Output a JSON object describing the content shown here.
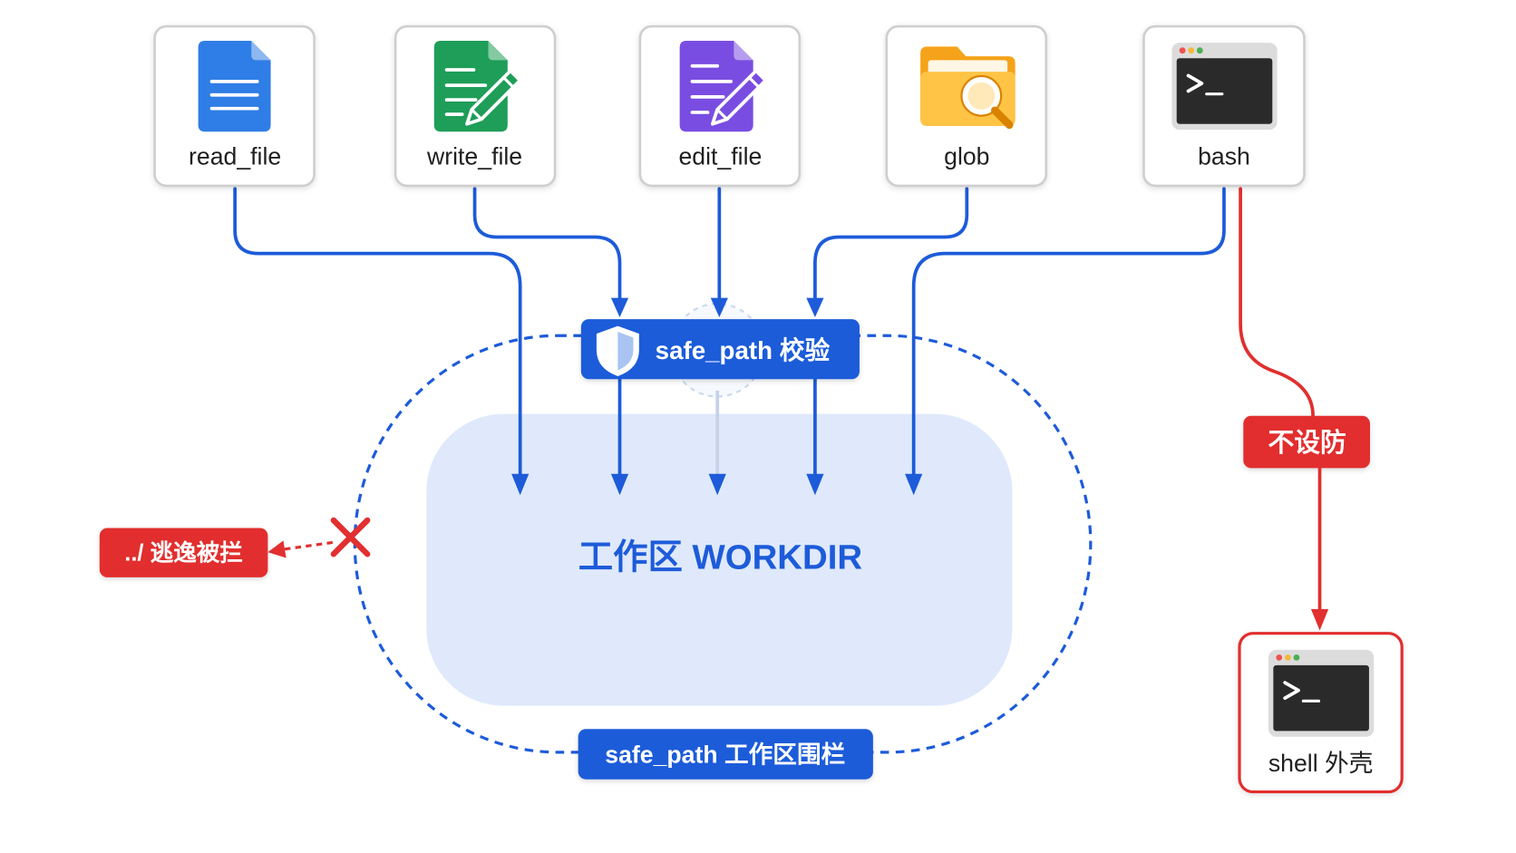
{
  "diagram": {
    "tools": [
      {
        "label": "read_file",
        "icon": "document-icon",
        "color": "#2f7de6"
      },
      {
        "label": "write_file",
        "icon": "document-edit-icon",
        "color": "#1e9e58"
      },
      {
        "label": "edit_file",
        "icon": "document-edit-icon",
        "color": "#7a4de2"
      },
      {
        "label": "glob",
        "icon": "folder-search-icon",
        "color": "#f5a31a"
      },
      {
        "label": "bash",
        "icon": "terminal-icon",
        "color": "#2a2a2a"
      }
    ],
    "check_badge": {
      "label": "safe_path 校验",
      "icon": "shield-icon"
    },
    "workdir": {
      "label": "工作区 WORKDIR"
    },
    "fence_badge": {
      "label": "safe_path 工作区围栏"
    },
    "escape_badge": {
      "label": "../ 逃逸被拦",
      "marker_icon": "blocked-x-icon"
    },
    "bypass_badge": {
      "label": "不设防"
    },
    "shell": {
      "label": "shell 外壳",
      "icon": "terminal-icon"
    }
  },
  "colors": {
    "primary_blue": "#1d5bd9",
    "workdir_fill": "#dfe9fb",
    "danger_red": "#e22f2f",
    "card_border": "#cfcfcf",
    "label_text": "#1f1f1f"
  }
}
